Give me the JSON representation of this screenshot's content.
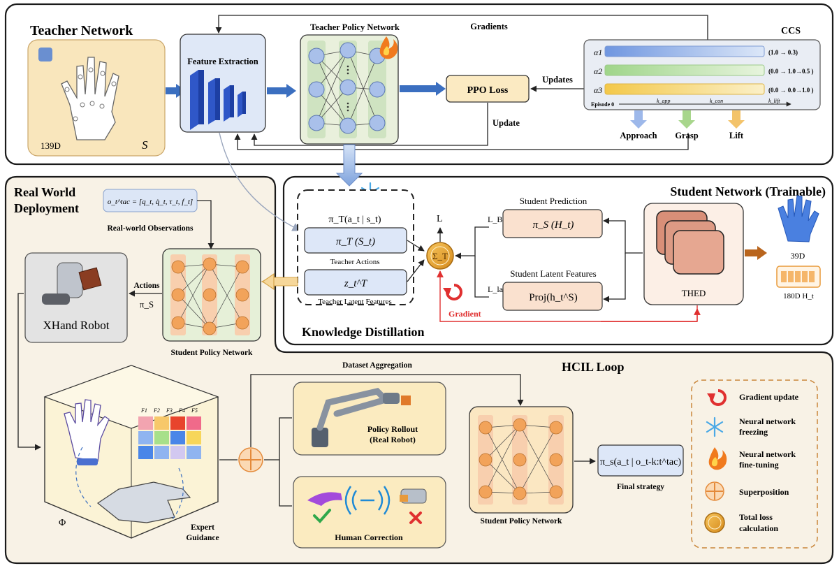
{
  "teacher": {
    "title": "Teacher Network",
    "dim": "139D",
    "state_symbol": "S",
    "feature_extraction": "Feature Extraction",
    "policy_network": "Teacher Policy Network",
    "gradients": "Gradients",
    "ppo_loss": "PPO Loss",
    "updates": "Updates",
    "update": "Update"
  },
  "ccs": {
    "title": "CCS",
    "rows": [
      {
        "label": "α1",
        "range": "(1.0 → 0.3)",
        "color": "#8fb0e6"
      },
      {
        "label": "α2",
        "range": "(0.0 → 1.0→0.5 )",
        "color": "#b5dfa4"
      },
      {
        "label": "α3",
        "range": "(0.0 → 0.0→1.0 )",
        "color": "#f5d56a"
      }
    ],
    "episode": "Episode 0",
    "k_app": "k_app",
    "k_con": "k_con",
    "k_lift": "k_lift",
    "phases": [
      {
        "label": "Approach",
        "color": "#9db8ea"
      },
      {
        "label": "Grasp",
        "color": "#a8d68c"
      },
      {
        "label": "Lift",
        "color": "#f3c36a"
      }
    ]
  },
  "distill": {
    "pi_label": "π_T(a_t | s_t)",
    "teacher_action_box": "π_T (S_t)",
    "teacher_actions": "Teacher Actions",
    "latent_box": "z_t^T",
    "teacher_latent": "Teacher Latent Features",
    "L": "L",
    "L_bc": "L_BC",
    "L_lat": "L_lat",
    "sigma": "Σ_T",
    "gradient": "Gradient",
    "title": "Knowledge Distillation"
  },
  "student": {
    "title": "Student Network (Trainable)",
    "prediction": "Student Prediction",
    "prediction_box": "π_S (H_t)",
    "latent": "Student Latent Features",
    "latent_box": "Proj(h_t^S)",
    "thed": "THED",
    "dim39": "39D",
    "dim180": "180D  H_t"
  },
  "realworld": {
    "title_line1": "Real World",
    "title_line2": "Deployment",
    "obs_formula": "o_t^tac = [q_t, q̇_t, τ_t, f_t]",
    "obs_caption": "Real-world Observations",
    "robot": "XHand Robot",
    "actions": "Actions",
    "pi_s": "π_S",
    "student_policy": "Student Policy Network"
  },
  "hcil": {
    "title": "HCIL Loop",
    "dataset_aggregation": "Dataset Aggregation",
    "forces": [
      "F1",
      "F2",
      "F3",
      "F4",
      "F5"
    ],
    "phi": "Φ",
    "expert_line1": "Expert",
    "expert_line2": "Guidance",
    "rollout_line1": "Policy Rollout",
    "rollout_line2": "(Real Robot)",
    "human_correction": "Human Correction",
    "student_policy": "Student Policy Network",
    "final_formula": "π_s(a_t | o_t-k:t^tac)",
    "final_strategy": "Final strategy"
  },
  "legend": {
    "items": [
      {
        "label_lines": [
          "Gradient update"
        ],
        "icon": "gradient-update-icon"
      },
      {
        "label_lines": [
          "Neural network",
          "freezing"
        ],
        "icon": "snowflake-icon"
      },
      {
        "label_lines": [
          "Neural network",
          "fine-tuning"
        ],
        "icon": "flame-icon"
      },
      {
        "label_lines": [
          "Superposition"
        ],
        "icon": "superposition-icon"
      },
      {
        "label_lines": [
          "Total loss",
          "calculation"
        ],
        "icon": "total-loss-icon"
      }
    ]
  },
  "colors": {
    "panel_border": "#1a1a1a",
    "teacher_bg": "#ffffff",
    "real_bg": "#f8f2e6",
    "hcil_bg": "#fbf6ec",
    "node_blue": "#a9c0ea",
    "node_orange": "#f2a35a",
    "arrow_blue": "#3b6fc0",
    "gradient_red": "#e03030"
  }
}
